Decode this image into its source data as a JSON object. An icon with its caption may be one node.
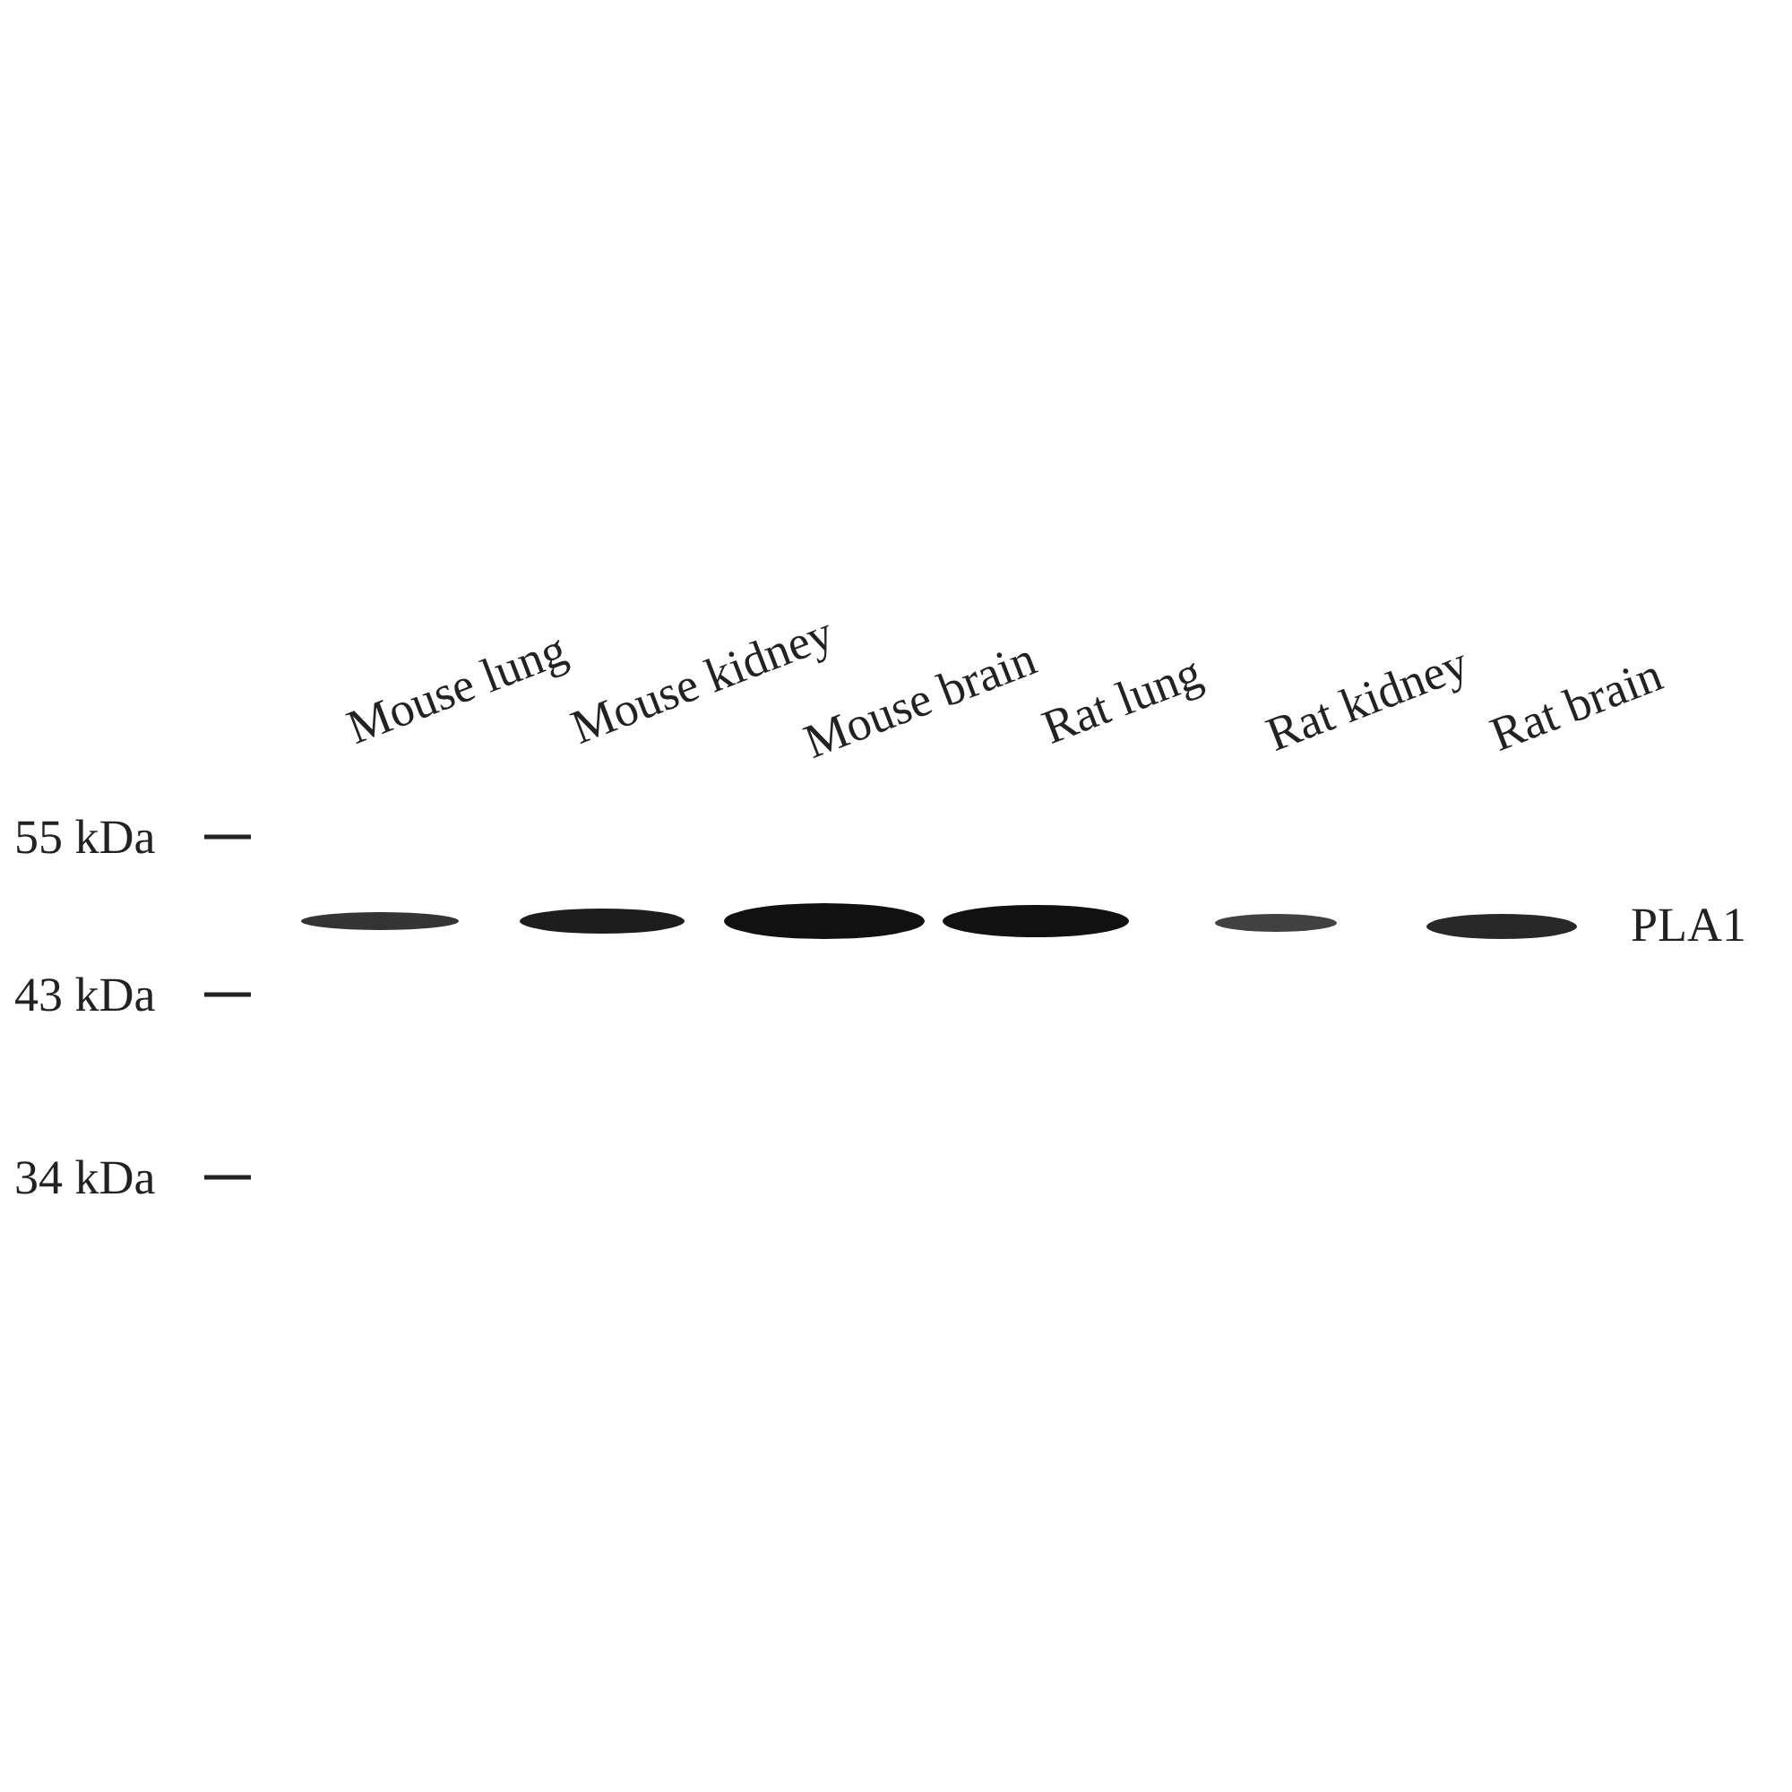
{
  "diagram": {
    "labels": [
      "Mouse lung",
      "Mouse kidney",
      "Mouse brain",
      "Rat lung",
      "Rat kidney",
      "Rat brain",
      "55 kDa",
      "43 kDa",
      "34 kDa",
      "PLA1"
    ]
  }
}
